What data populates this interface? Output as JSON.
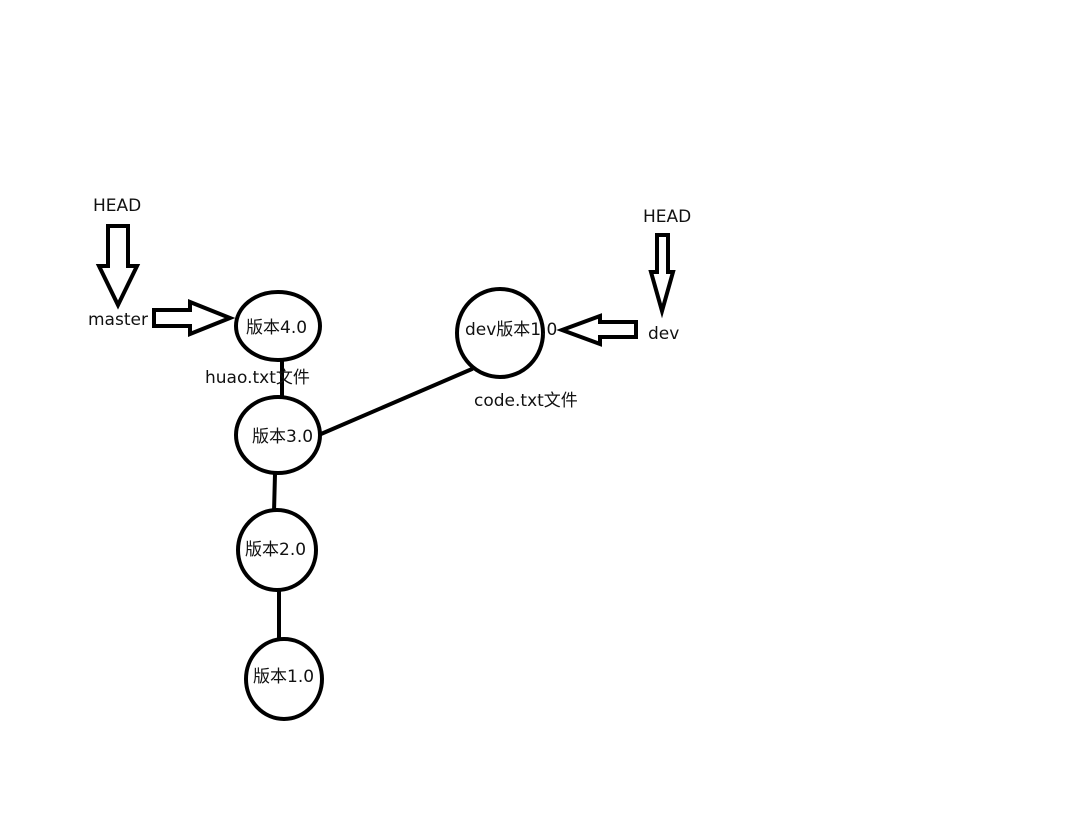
{
  "labels": {
    "head_master": "HEAD",
    "master": "master",
    "head_dev": "HEAD",
    "dev": "dev",
    "huao_file": "huao.txt文件",
    "code_file": "code.txt文件"
  },
  "nodes": {
    "v4": "版本4.0",
    "v3": "版本3.0",
    "v2": "版本2.0",
    "v1": "版本1.0",
    "dev1": "dev版本1.0"
  },
  "colors": {
    "stroke": "#000000",
    "background": "#ffffff"
  }
}
